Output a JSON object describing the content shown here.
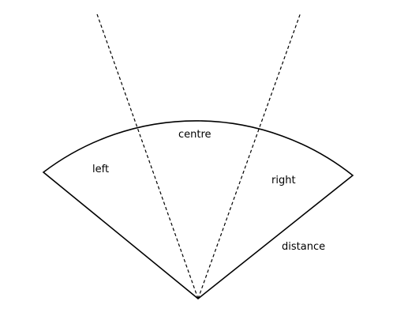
{
  "labels": {
    "left": "left",
    "centre": "centre",
    "right": "right",
    "distance": "distance"
  },
  "colors": {
    "stroke": "#000000",
    "background": "#ffffff"
  }
}
